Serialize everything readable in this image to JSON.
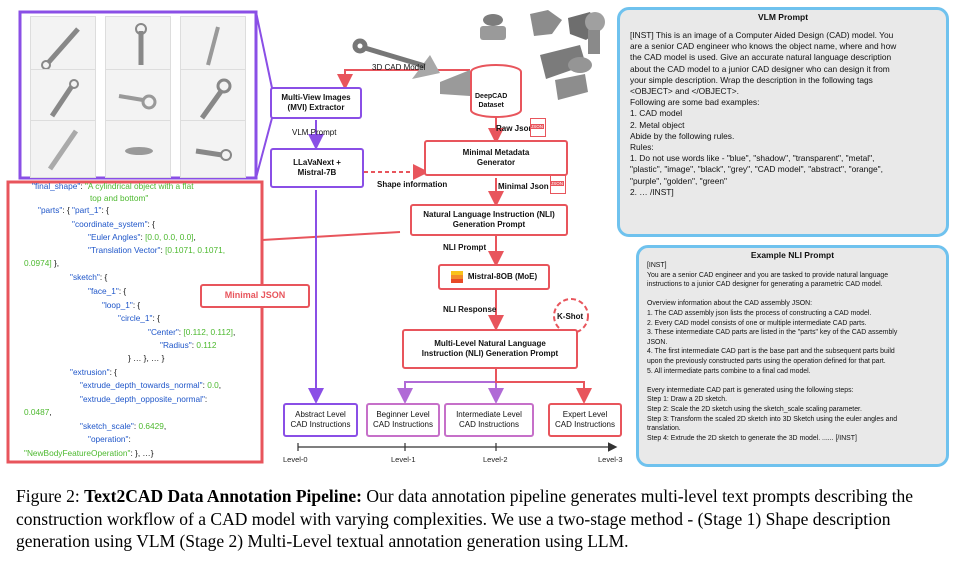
{
  "mvi_grid_label": "",
  "nodes": {
    "mvi_extractor": "Multi-View Images\n(MVI) Extractor",
    "llava": "LLaVaNext +\nMistral-7B",
    "deepcad": "DeepCAD\nDataset",
    "minimal_metadata": "Minimal Metadata\nGenerator",
    "nli_prompt_gen": "Natural Language Instruction (NLI)\nGeneration Prompt",
    "mistral": "Mistral-8OB (MoE)",
    "multilevel_nli": "Multi-Level Natural Language\nInstruction (NLI) Generation Prompt",
    "abstract": "Abstract Level\nCAD Instructions",
    "beginner": "Beginner Level\nCAD Instructions",
    "intermediate": "Intermediate Level\nCAD Instructions",
    "expert": "Expert Level\nCAD Instructions",
    "kshot": "K-Shot",
    "minimal_json": "Minimal JSON"
  },
  "edge_labels": {
    "cad_model": "3D CAD Model",
    "vlm_prompt": "VLM Prompt",
    "raw_json": "Raw Json",
    "shape_information": "Shape information",
    "minimal_json": "Minimal Json",
    "nli_prompt": "NLI Prompt",
    "nli_response": "NLI Response"
  },
  "file_badge": "JSON",
  "levels": [
    "Level-0",
    "Level-1",
    "Level-2",
    "Level-3"
  ],
  "json_lines": [
    {
      "parts": [
        [
          "k",
          "\"final_shape\""
        ],
        [
          "p",
          ": "
        ],
        [
          "v",
          "\"A cylindrical object with a flat"
        ]
      ]
    },
    {
      "parts": [
        [
          "v",
          "top and bottom\""
        ]
      ]
    },
    {
      "parts": [
        [
          "k",
          "\"parts\""
        ],
        [
          "p",
          ": { "
        ],
        [
          "k",
          "\"part_1\""
        ],
        [
          "p",
          ":  {"
        ]
      ]
    },
    {
      "parts": [
        [
          "k",
          "\"coordinate_system\""
        ],
        [
          "p",
          ": {"
        ]
      ]
    },
    {
      "parts": [
        [
          "k",
          "\"Euler Angles\""
        ],
        [
          "p",
          ": "
        ],
        [
          "v",
          "[0.0, 0.0, 0.0]"
        ],
        [
          "p",
          ","
        ]
      ]
    },
    {
      "parts": [
        [
          "k",
          "\"Translation Vector\""
        ],
        [
          "p",
          ": "
        ],
        [
          "v",
          "[0.1071, 0.1071,"
        ]
      ]
    },
    {
      "parts": [
        [
          "v",
          "0.0974]"
        ],
        [
          "p",
          " },"
        ]
      ]
    },
    {
      "parts": [
        [
          "k",
          "\"sketch\""
        ],
        [
          "p",
          ": {"
        ]
      ]
    },
    {
      "parts": [
        [
          "k",
          "\"face_1\""
        ],
        [
          "p",
          ": {"
        ]
      ]
    },
    {
      "parts": [
        [
          "k",
          "\"loop_1\""
        ],
        [
          "p",
          ": {"
        ]
      ]
    },
    {
      "parts": [
        [
          "k",
          "\"circle_1\""
        ],
        [
          "p",
          ": {"
        ]
      ]
    },
    {
      "parts": [
        [
          "k",
          "\"Center\""
        ],
        [
          "p",
          ": "
        ],
        [
          "v",
          "[0.112, 0.112]"
        ],
        [
          "p",
          ","
        ]
      ]
    },
    {
      "parts": [
        [
          "k",
          "\"Radius\""
        ],
        [
          "p",
          ": "
        ],
        [
          "v",
          "0.112"
        ]
      ]
    },
    {
      "parts": [
        [
          "p",
          "} … }, … }"
        ]
      ]
    },
    {
      "parts": [
        [
          "k",
          "\"extrusion\""
        ],
        [
          "p",
          ": {"
        ]
      ]
    },
    {
      "parts": [
        [
          "k",
          "\"extrude_depth_towards_normal\""
        ],
        [
          "p",
          ": "
        ],
        [
          "v",
          "0.0"
        ],
        [
          "p",
          ","
        ]
      ]
    },
    {
      "parts": [
        [
          "k",
          "\"extrude_depth_opposite_normal\""
        ],
        [
          "p",
          ":"
        ]
      ]
    },
    {
      "parts": [
        [
          "v",
          "0.0487"
        ],
        [
          "p",
          ","
        ]
      ]
    },
    {
      "parts": [
        [
          "k",
          "\"sketch_scale\""
        ],
        [
          "p",
          ": "
        ],
        [
          "v",
          "0.6429"
        ],
        [
          "p",
          ","
        ]
      ]
    },
    {
      "parts": [
        [
          "k",
          "\"operation\""
        ],
        [
          "p",
          ":"
        ]
      ]
    },
    {
      "parts": [
        [
          "v",
          "\"NewBodyFeatureOperation\""
        ],
        [
          "p",
          ": }, …}"
        ]
      ]
    }
  ],
  "vlm_panel": {
    "title": "VLM Prompt",
    "body": "[INST] This is an image of a Computer Aided Design (CAD) model.  You\nare a senior CAD engineer who knows the object name, where and how\nthe CAD model is used. Give an accurate natural language description\nabout the CAD model to a junior CAD designer who can design it from\nyour simple description. Wrap the description in the following tags\n<OBJECT> and </OBJECT>.\nFollowing are some bad examples:\n1. CAD model\n2. Metal object\nAbide by the following rules.\nRules:\n1. Do not use words like - \"blue\", \"shadow\", \"transparent\", \"metal\",\n\"plastic\", \"image\", \"black\", \"grey\", \"CAD model\", \"abstract\", \"orange\",\n\"purple\", \"golden\", \"green\"\n2. … /INST]"
  },
  "nli_panel": {
    "title": "Example NLI Prompt",
    "body": "[INST]\nYou are a senior CAD engineer and you are tasked to provide natural language\ninstructions to a junior CAD designer for generating a parametric CAD model.\n\nOverview information about the CAD assembly JSON:\n1. The CAD assembly json lists the process of constructing a CAD model.\n2. Every CAD model consists of one or multiple intermediate CAD parts.\n3. These intermediate CAD parts are listed in the \"parts\" key of the CAD assembly\nJSON.\n4. The first intermediate CAD part is the base part and the subsequent parts build\nupon the previously constructed parts using the operation defined for that part.\n5. All intermediate parts combine to a final cad model.\n\nEvery intermediate CAD part is generated using the following steps:\nStep 1: Draw a 2D sketch.\nStep 2: Scale the 2D sketch using the sketch_scale scaling parameter.\nStep 3: Transform the scaled 2D sketch into 3D Sketch using the euler angles and\ntranslation.\nStep 4: Extrude the 2D sketch to generate the 3D model. ......  [/INST]"
  },
  "caption": {
    "prefix": "Figure 2: ",
    "bold": "Text2CAD Data Annotation Pipeline:",
    "text": " Our data annotation pipeline generates multi-level text prompts describing the construction workflow of a CAD model with varying complexities. We use a two-stage method - (Stage 1) Shape description generation using VLM (Stage 2) Multi-Level textual annotation generation using LLM."
  },
  "colors": {
    "red": "#e8555c",
    "purple": "#8a4fe6",
    "blue": "#6fc2ee",
    "json_key": "#1f56c9",
    "json_value": "#4db92f"
  }
}
